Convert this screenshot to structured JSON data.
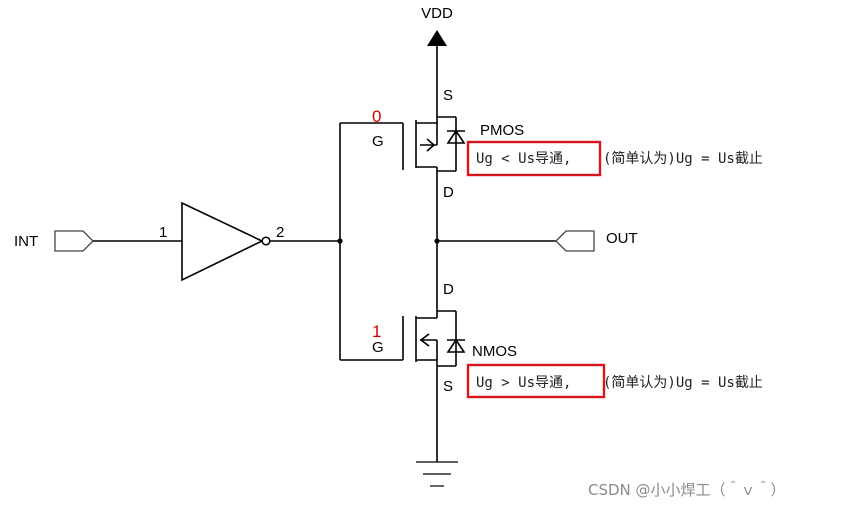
{
  "labels": {
    "vdd": "VDD",
    "int": "INT",
    "out": "OUT",
    "pin1": "1",
    "pin2": "2",
    "pmos": "PMOS",
    "nmos": "NMOS",
    "pmos_source": "S",
    "pmos_drain": "D",
    "nmos_drain": "D",
    "nmos_source": "S",
    "pmos_gate": "G",
    "nmos_gate": "G"
  },
  "gate_values": {
    "pmos": "0",
    "nmos": "1"
  },
  "notes": {
    "pmos_highlight": "Ug < Us导通,",
    "pmos_rest": "(简单认为)Ug = Us截止",
    "nmos_highlight": "Ug > Us导通,",
    "nmos_rest": "(简单认为)Ug = Us截止"
  },
  "watermark": "CSDN @小小焊工（＾ｖ＾）",
  "colors": {
    "wire": "#000000",
    "annotation_red": "#d40000",
    "highlight_box": "#d8161e",
    "watermark": "#8a8a8a"
  }
}
